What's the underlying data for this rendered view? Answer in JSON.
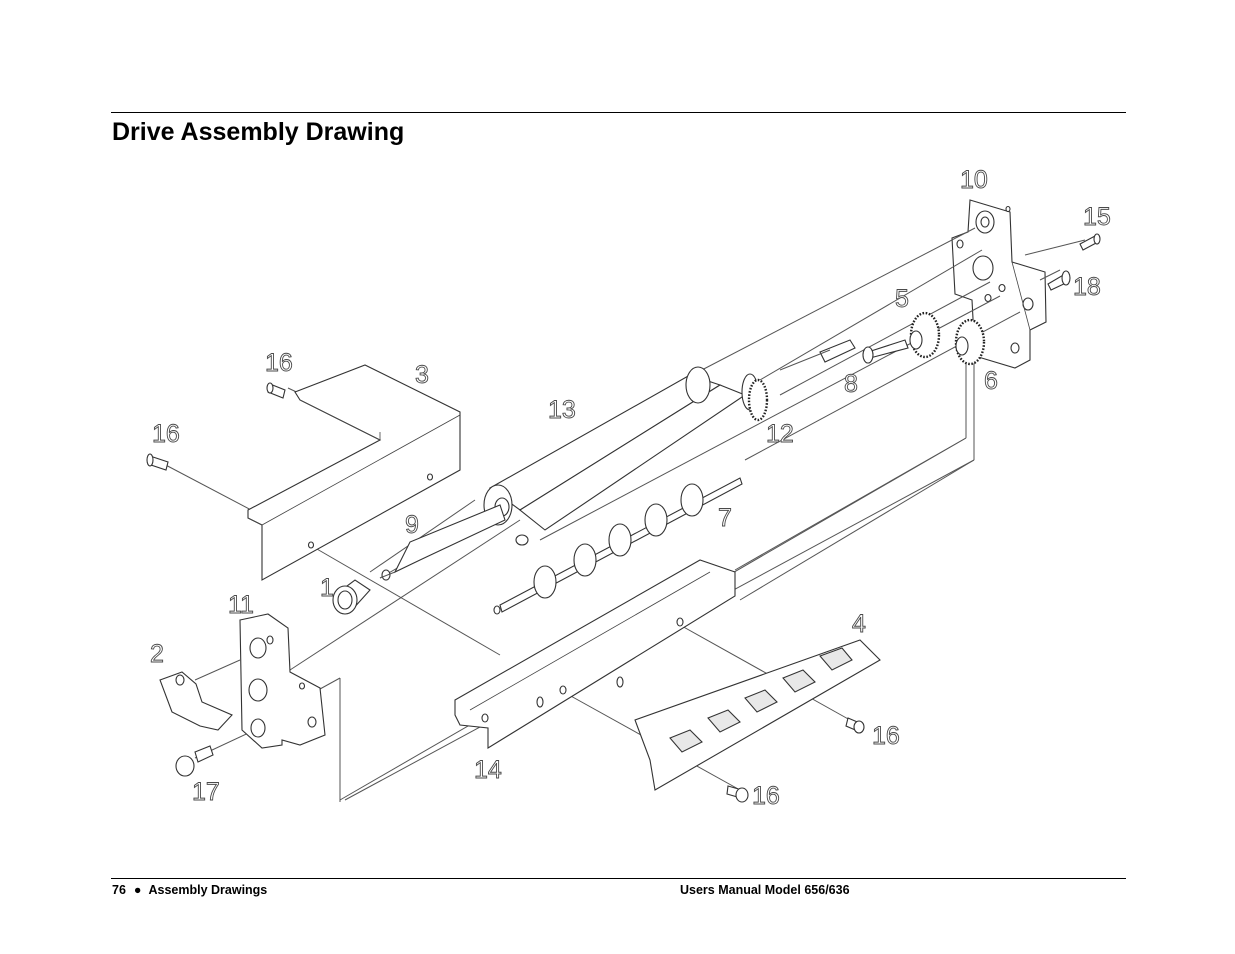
{
  "page": {
    "title": "Drive Assembly Drawing",
    "footer": {
      "page_number": "76",
      "section": "Assembly Drawings",
      "manual": "Users Manual Model 656/636"
    }
  },
  "drawing": {
    "labels": {
      "p1": "1",
      "p2": "2",
      "p3": "3",
      "p4": "4",
      "p5": "5",
      "p6": "6",
      "p7": "7",
      "p8": "8",
      "p9": "9",
      "p10": "10",
      "p11": "11",
      "p12": "12",
      "p13": "13",
      "p14": "14",
      "p15": "15",
      "p16a": "16",
      "p16b": "16",
      "p16c": "16",
      "p16d": "16",
      "p17": "17",
      "p18": "18"
    }
  }
}
